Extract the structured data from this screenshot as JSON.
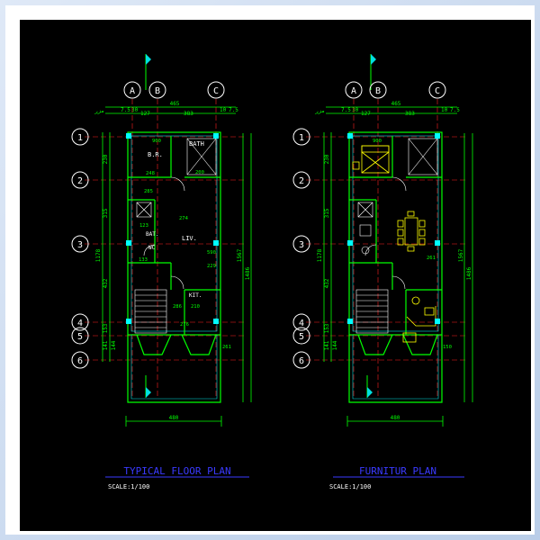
{
  "colors": {
    "background": "#000000",
    "wall": "#00ff00",
    "wall_alt": "#00e0e0",
    "dimension": "#00ff00",
    "grid_line": "#ff2020",
    "bubble": "#ffffff",
    "title": "#3a3aff",
    "room_text": "#ffffff",
    "furniture": "#ffff00",
    "column": "#00ffff"
  },
  "left_plan": {
    "title": "TYPICAL  FLOOR  PLAN",
    "scale": "SCALE:1/100",
    "columns": [
      "A",
      "B",
      "C"
    ],
    "rows": [
      "1",
      "2",
      "3",
      "4",
      "5",
      "6"
    ],
    "top_dims": {
      "total": "465",
      "segments": [
        "7.5",
        "30",
        "127",
        "383",
        "10",
        "7.5"
      ],
      "prefix": "مزر"
    },
    "left_dims": [
      "230",
      "315",
      "432",
      "1178",
      "153",
      "141",
      "144"
    ],
    "right_dims": [
      "1567",
      "1486"
    ],
    "bottom_dim": "480",
    "rooms": {
      "br": "B.R.",
      "bath": "BATH",
      "liv": "LIV.",
      "bat": "BAT.",
      "kit": "KIT.",
      "wc": "WC"
    },
    "inner_dims": [
      "900",
      "248",
      "200",
      "274",
      "285",
      "123",
      "590",
      "229",
      "133",
      "286",
      "210",
      "276",
      "261"
    ]
  },
  "right_plan": {
    "title": "FURNITUR   PLAN",
    "scale": "SCALE:1/100",
    "columns": [
      "A",
      "B",
      "C"
    ],
    "rows": [
      "1",
      "2",
      "3",
      "4",
      "5",
      "6"
    ],
    "top_dims": {
      "total": "465",
      "segments": [
        "7.5",
        "30",
        "127",
        "383",
        "10",
        "7.5"
      ],
      "prefix": "مزر"
    },
    "left_dims": [
      "230",
      "315",
      "432",
      "1178",
      "153",
      "141",
      "144"
    ],
    "right_dims": [
      "1567",
      "1486"
    ],
    "bottom_dim": "480",
    "inner_dims": [
      "900",
      "150",
      "261"
    ]
  }
}
